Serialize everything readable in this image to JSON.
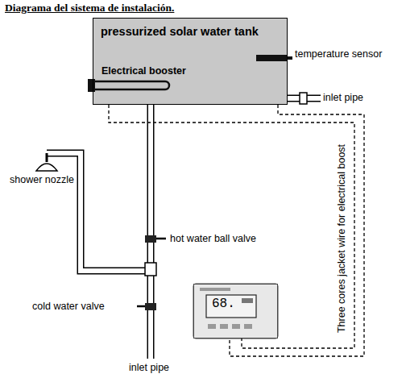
{
  "diagram": {
    "title": "Diagrama del sistema de instalación.",
    "nodes": [
      {
        "text": [
          "pressurized solar water tank",
          "Electrical booster"
        ]
      },
      {
        "text": [
          "68."
        ]
      }
    ],
    "edges": [
      {
        "from": 0,
        "to": 1,
        "arrow": "none"
      },
      {
        "from": 0,
        "to": 1,
        "arrow": "none"
      }
    ],
    "labels": [
      "temperature sensor",
      "inlet pipe",
      "shower nozzle",
      "hot water ball valve",
      "cold water valve",
      "inlet pipe",
      "Three cores jacket wire for electrical boost"
    ]
  }
}
